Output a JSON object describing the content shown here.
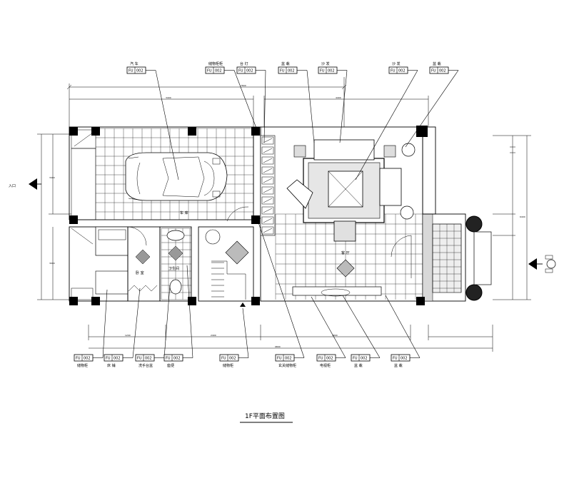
{
  "drawing": {
    "title": "1F平面布置图",
    "tag_code": "FU",
    "tag_number": "002"
  },
  "callouts_top": [
    {
      "label": "汽 车"
    },
    {
      "label": "储物柜柜"
    },
    {
      "label": "台 灯"
    },
    {
      "label": "盆 栽"
    },
    {
      "label": "沙 发"
    },
    {
      "label": "沙 发"
    },
    {
      "label": "盆 栽"
    }
  ],
  "callouts_bottom": [
    {
      "label": "储物柜"
    },
    {
      "label": "床 铺"
    },
    {
      "label": "洗手台盆"
    },
    {
      "label": "座便"
    },
    {
      "label": "储物柜"
    },
    {
      "label": "玄关储物柜"
    },
    {
      "label": "电视柜"
    },
    {
      "label": "盆 栽"
    },
    {
      "label": "盆 栽"
    }
  ],
  "entrances": [
    {
      "label": "入口"
    }
  ],
  "dimensions": {
    "top_total": "7800",
    "top_left": "3400",
    "top_right": "4400",
    "bottom_a": "1200",
    "bottom_b": "2400",
    "bottom_c": "3800",
    "bottom_total": "9800",
    "left_a": "3400",
    "left_b": "3000",
    "right_a": "6400"
  },
  "room_labels": {
    "garage": "车 库",
    "bath": "卫生间",
    "living": "客 厅",
    "bedroom": "卧 室"
  }
}
